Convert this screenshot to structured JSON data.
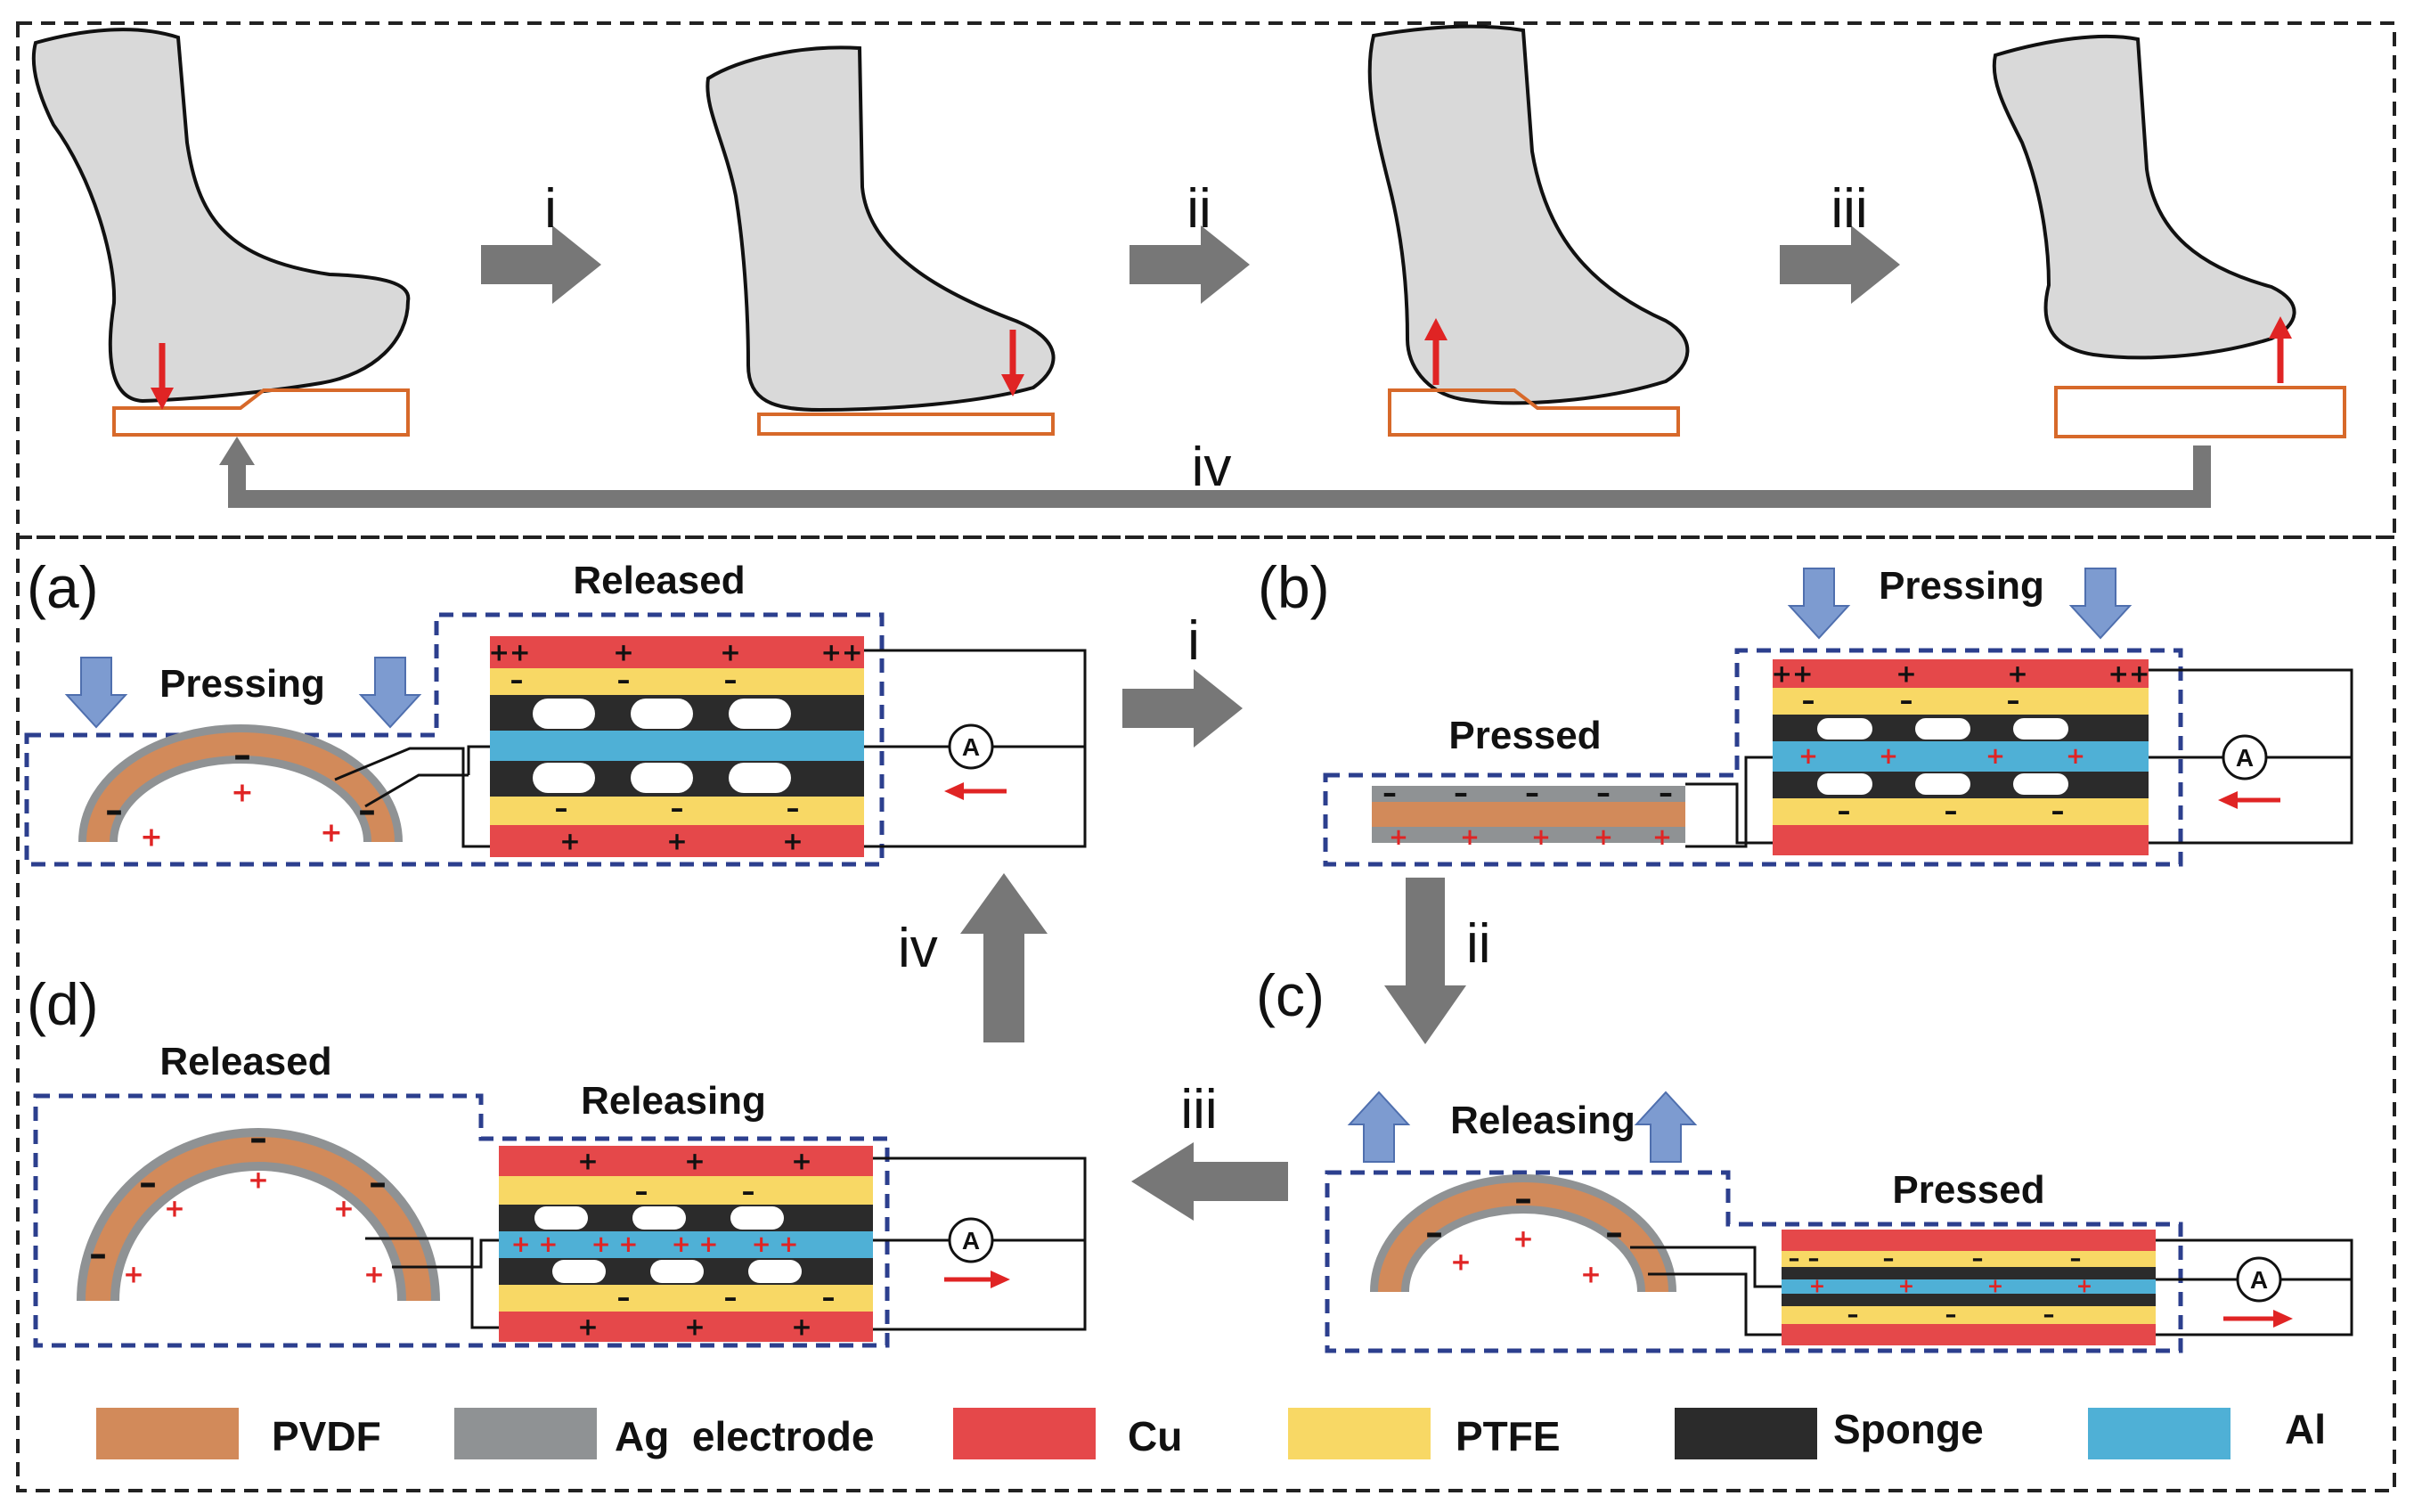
{
  "steps": {
    "i": "i",
    "ii": "ii",
    "iii": "iii",
    "iv": "iv"
  },
  "panels": {
    "a": {
      "label": "(a)",
      "pressing": "Pressing",
      "state": "Released",
      "ammeter": "A"
    },
    "b": {
      "label": "(b)",
      "pressing": "Pressing",
      "state": "Pressed",
      "ammeter": "A"
    },
    "c": {
      "label": "(c)",
      "releasing": "Releasing",
      "state": "Pressed",
      "ammeter": "A"
    },
    "d": {
      "label": "(d)",
      "left_state": "Released",
      "state": "Releasing",
      "ammeter": "A"
    }
  },
  "legend": [
    {
      "label": "PVDF",
      "color": "#d28a5a"
    },
    {
      "label": "Ag  electrode",
      "color": "#8f9294"
    },
    {
      "label": "Cu",
      "color": "#e5484a"
    },
    {
      "label": "PTFE",
      "color": "#f8d865"
    },
    {
      "label": "Sponge",
      "color": "#2b2b2b"
    },
    {
      "label": "Al",
      "color": "#4fb0d6"
    }
  ],
  "colors": {
    "skin": "#d9d9d9",
    "insole": "#d7692a",
    "arrow_grey": "#777777",
    "arrow_red": "#e02424",
    "press_arrow": "#7d9bd0",
    "dash_blue": "#2c3f8e"
  }
}
